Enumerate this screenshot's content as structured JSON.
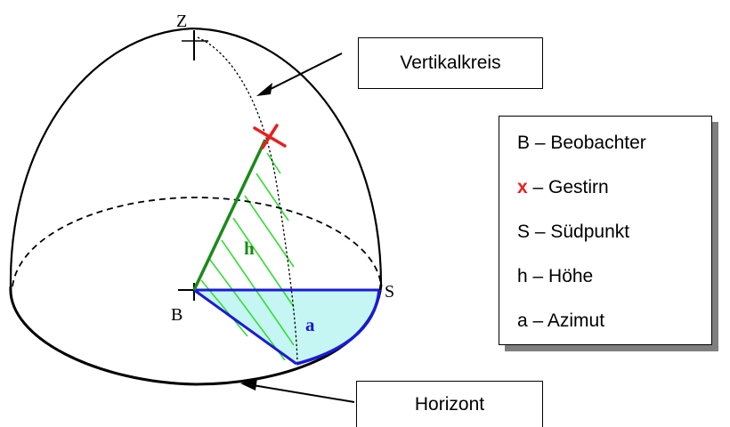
{
  "diagram": {
    "labels": {
      "zenith": "Z",
      "observer": "B",
      "south": "S",
      "height": "h",
      "azimuth": "a"
    },
    "callouts": {
      "vertical_circle": "Vertikalkreis",
      "horizon": "Horizont"
    },
    "legend": [
      {
        "symbol": "B",
        "text": " – Beobachter",
        "symbol_color": "#000000"
      },
      {
        "symbol": "x",
        "text": " – Gestirn",
        "symbol_color": "#e5201f"
      },
      {
        "symbol": "S",
        "text": " – Südpunkt",
        "symbol_color": "#000000"
      },
      {
        "symbol": "h",
        "text": " – Höhe",
        "symbol_color": "#000000"
      },
      {
        "symbol": "a",
        "text": " – Azimut",
        "symbol_color": "#000000"
      }
    ],
    "colors": {
      "height_line": "#1a8a1a",
      "hatching": "#33dd33",
      "azimuth_lines": "#1a1ad6",
      "azimuth_fill": "#c6f6f4",
      "star_marker": "#e5201f"
    }
  }
}
